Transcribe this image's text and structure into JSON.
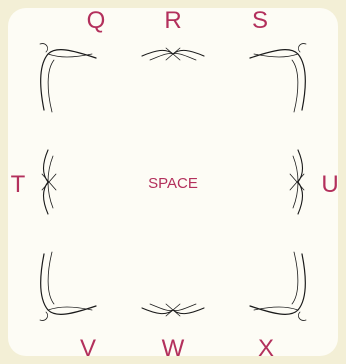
{
  "keys": {
    "q": "Q",
    "r": "R",
    "s": "S",
    "t": "T",
    "u": "U",
    "v": "V",
    "w": "W",
    "x": "X",
    "space": "SPACE"
  },
  "colors": {
    "background": "#f3efd6",
    "panel": "#fdfcf5",
    "accent": "#b3305c",
    "ornament": "#1a1a1a"
  }
}
